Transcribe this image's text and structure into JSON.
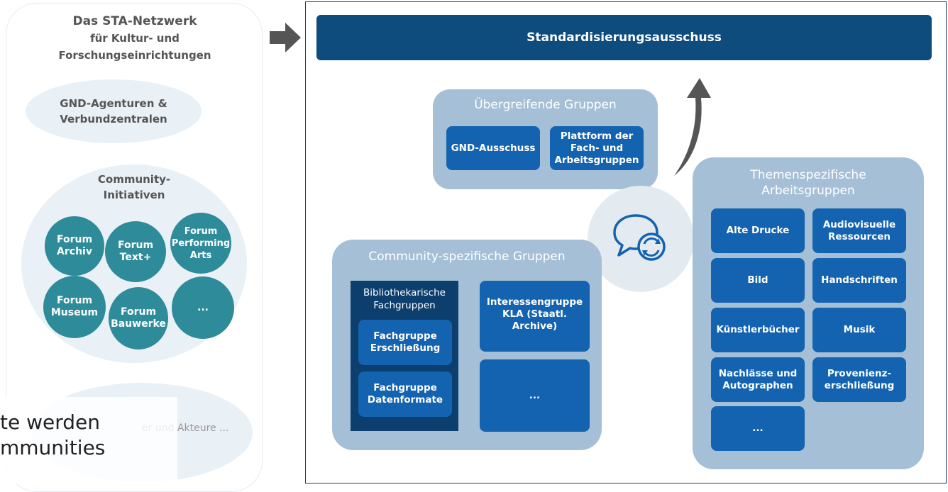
{
  "left_panel": {
    "title_line1": "Das STA-Netzwerk",
    "title_line2": "für Kultur- und",
    "title_line3": "Forschungseinrichtungen",
    "gnd_line1": "GND-Agenturen &",
    "gnd_line2": "Verbundzentralen",
    "community_line1": "Community-",
    "community_line2": "Initiativen",
    "forums": {
      "archiv": [
        "Forum",
        "Archiv"
      ],
      "text": [
        "Forum",
        "Text+"
      ],
      "performing": [
        "Forum",
        "Performing",
        "Arts"
      ],
      "museum": [
        "Forum",
        "Museum"
      ],
      "bauwerke": [
        "Forum",
        "Bauwerke"
      ],
      "more": "..."
    },
    "bottom_text": "er und Akteure ...",
    "overlay_line1": "te werden",
    "overlay_line2": "mmunities"
  },
  "main": {
    "banner": "Standardisierungsausschuss",
    "uebergreifend": {
      "title": "Übergreifende Gruppen",
      "box1": "GND-Ausschuss",
      "box2_lines": [
        "Plattform der",
        "Fach- und",
        "Arbeitsgruppen"
      ]
    },
    "community": {
      "title": "Community-spezifische Gruppen",
      "bib_title_lines": [
        "Bibliothekarische",
        "Fachgruppen"
      ],
      "fg1_lines": [
        "Fachgruppe",
        "Erschließung"
      ],
      "fg2_lines": [
        "Fachgruppe",
        "Datenformate"
      ],
      "interest_lines": [
        "Interessengruppe",
        "KLA (Staatl.",
        "Archive)"
      ],
      "more": "..."
    },
    "themen": {
      "title_lines": [
        "Themenspezifische",
        "Arbeitsgruppen"
      ],
      "boxes": {
        "alte_drucke": "Alte Drucke",
        "audiovisuelle": [
          "Audiovisuelle",
          "Ressourcen"
        ],
        "bild": "Bild",
        "handschriften": "Handschriften",
        "kuenstlerbuecher": "Künstlerbücher",
        "musik": "Musik",
        "nachlaesse": [
          "Nachlässe und",
          "Autographen"
        ],
        "provenienz": [
          "Provenienz-",
          "erschließung"
        ],
        "more": "..."
      }
    }
  },
  "colors": {
    "banner": "#0f4c7e",
    "box_blue": "#1363b0",
    "panel": "#a5c0d6",
    "forum": "#2e8b9a",
    "ellipse_light": "#e9f0f6"
  },
  "icons": [
    "right-arrow-icon",
    "up-arrow-icon",
    "chat-exchange-icon"
  ]
}
